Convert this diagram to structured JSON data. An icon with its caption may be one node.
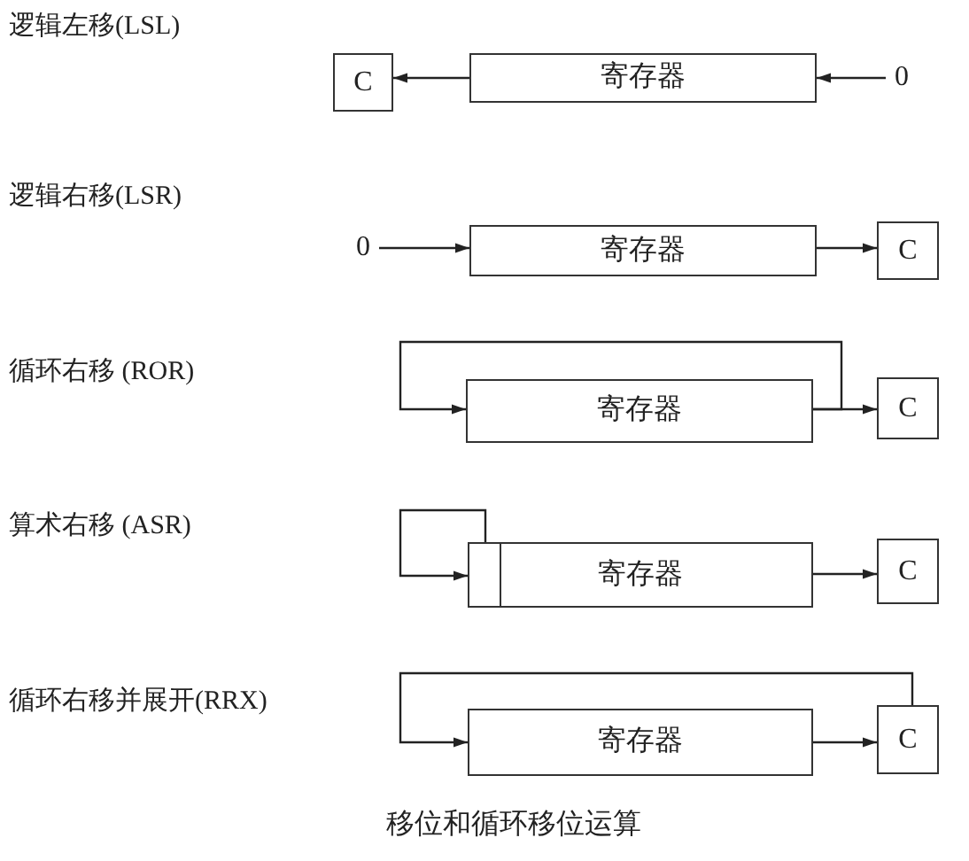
{
  "diagram": {
    "caption": "移位和循环移位运算",
    "nodes": [
      {
        "text": [
          "C"
        ]
      },
      {
        "text": [
          "寄存器"
        ]
      },
      {
        "text": [
          "0"
        ]
      },
      {
        "text": [
          "0"
        ]
      },
      {
        "text": [
          "寄存器"
        ]
      },
      {
        "text": [
          "C"
        ]
      },
      {
        "text": [
          "寄存器"
        ]
      },
      {
        "text": [
          "C"
        ]
      },
      {
        "text": [
          "寄存器"
        ]
      },
      {
        "text": [],
        "shape": "box",
        "in": 8
      },
      {
        "text": [
          "C"
        ]
      },
      {
        "text": [
          "寄存器"
        ]
      },
      {
        "text": [
          "C"
        ]
      }
    ],
    "edges": [
      {
        "from": 2,
        "to": 1,
        "arrow": "to"
      },
      {
        "from": 1,
        "to": 0,
        "arrow": "to"
      },
      {
        "from": 3,
        "to": 4,
        "arrow": "to"
      },
      {
        "from": 4,
        "to": 5,
        "arrow": "to"
      },
      {
        "from": 6,
        "to": 7,
        "arrow": "to"
      },
      {
        "from": 6,
        "to": 6,
        "arrow": "to"
      },
      {
        "from": 9,
        "to": 9,
        "arrow": "to"
      },
      {
        "from": 8,
        "to": 10,
        "arrow": "to"
      },
      {
        "from": 12,
        "to": 11,
        "arrow": "to"
      },
      {
        "from": 11,
        "to": 12,
        "arrow": "to"
      }
    ],
    "labels": [
      "逻辑左移(LSL)",
      "逻辑右移(LSR)",
      "循环右移 (ROR)",
      "算术右移 (ASR)",
      "循环右移并展开(RRX)"
    ]
  }
}
